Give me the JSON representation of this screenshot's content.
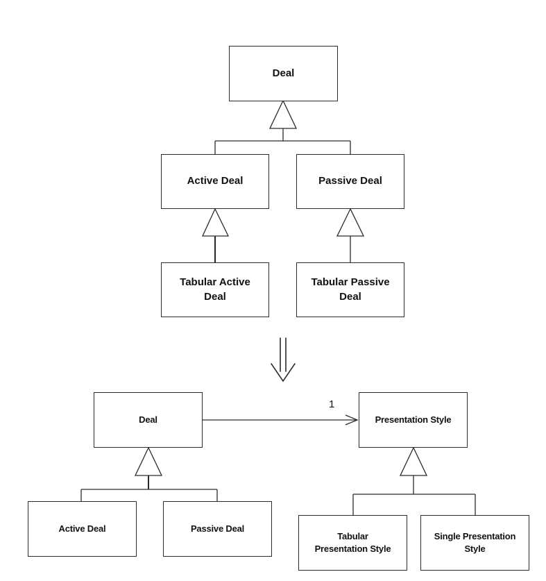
{
  "top_diagram": {
    "deal": "Deal",
    "active_deal": "Active Deal",
    "passive_deal": "Passive Deal",
    "tabular_active_deal": "Tabular Active\nDeal",
    "tabular_passive_deal": "Tabular Passive\nDeal"
  },
  "bottom_diagram": {
    "deal": "Deal",
    "presentation_style": "Presentation Style",
    "association_multiplicity": "1",
    "active_deal": "Active Deal",
    "passive_deal": "Passive Deal",
    "tabular_presentation_style": "Tabular\nPresentation Style",
    "single_presentation_style": "Single Presentation\nStyle"
  },
  "colors": {
    "line": "#2a2a2a",
    "background": "#ffffff"
  }
}
